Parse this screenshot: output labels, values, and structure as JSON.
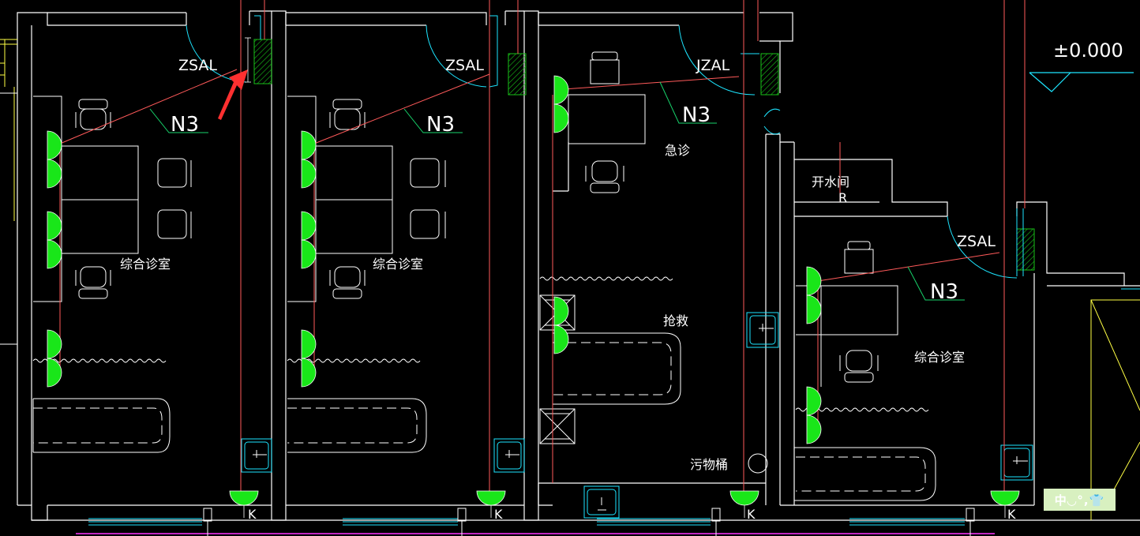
{
  "elevation_label": "±0.000",
  "colors": {
    "background": "#000000",
    "wall": "#ffffff",
    "pipe": "#ff5a5a",
    "leader": "#17d36b",
    "fixture_green": "#19e619",
    "cyan": "#1de5ff",
    "yellow": "#ffff44",
    "hatch": "#18c018"
  },
  "rooms": [
    {
      "name": "综合诊室",
      "riser": "ZSAL",
      "tag": "N3",
      "sink_tag": "K"
    },
    {
      "name": "综合诊室",
      "riser": "ZSAL",
      "tag": "N3",
      "sink_tag": "K"
    },
    {
      "name": "急诊",
      "riser": "JZAL",
      "tag": "N3",
      "sink_tag": "K"
    },
    {
      "name": "综合诊室",
      "riser": "ZSAL",
      "tag": "N3",
      "sink_tag": "K"
    }
  ],
  "extra_rooms": {
    "rescue": "抢救",
    "waste": "污物桶",
    "boiler": "开水间",
    "boiler_tag": "R"
  },
  "ime_indicator": "中◡°,👕"
}
